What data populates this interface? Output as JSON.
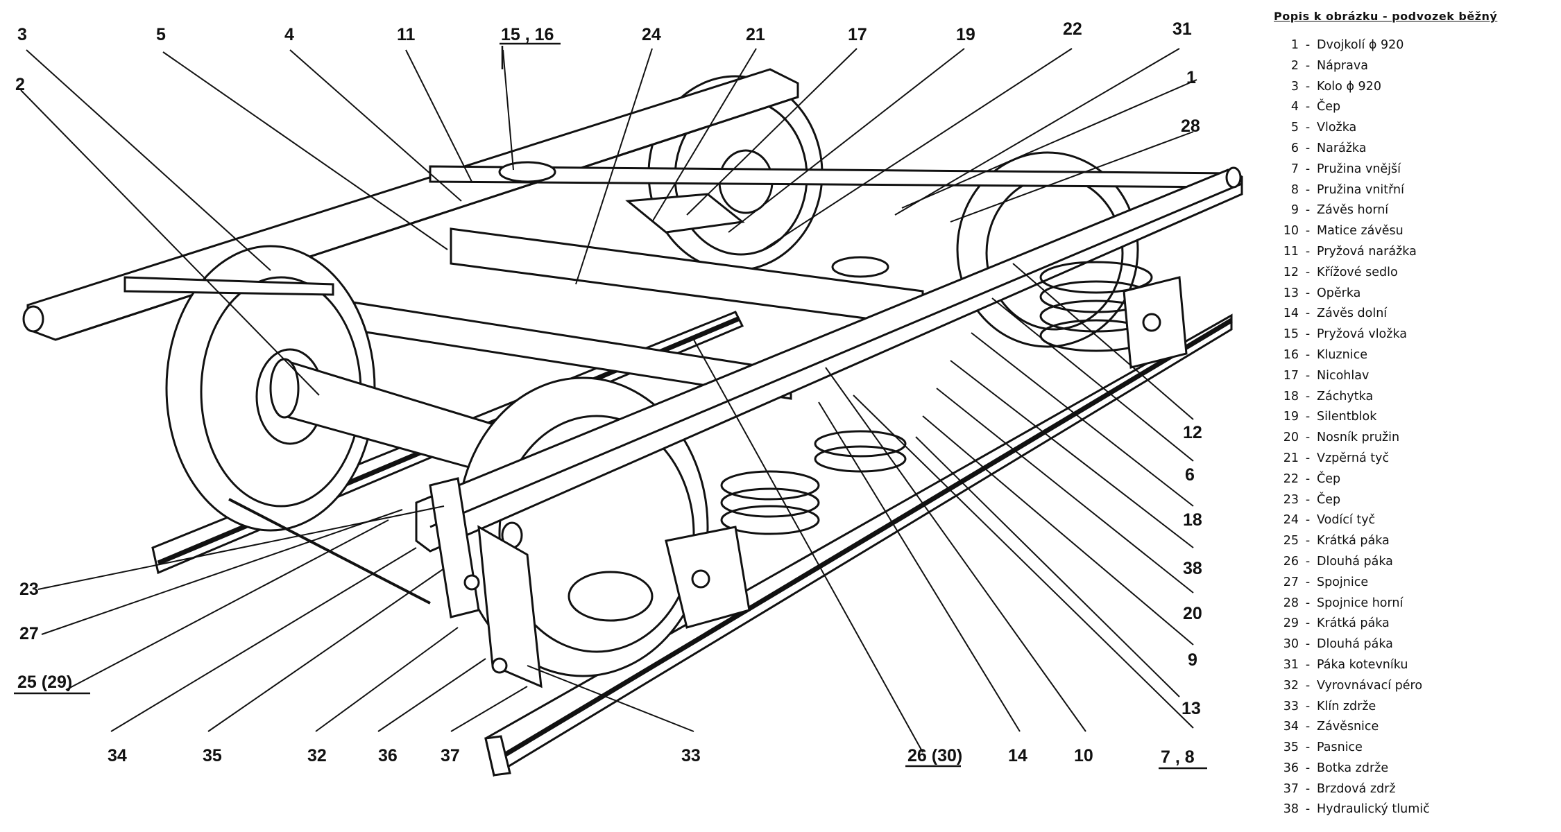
{
  "legend": {
    "title": "Popis k obrázku - podvozek běžný",
    "items": [
      {
        "num": "1",
        "label": "Dvojkolí ϕ 920"
      },
      {
        "num": "2",
        "label": "Náprava"
      },
      {
        "num": "3",
        "label": "Kolo ϕ 920"
      },
      {
        "num": "4",
        "label": "Čep"
      },
      {
        "num": "5",
        "label": "Vložka"
      },
      {
        "num": "6",
        "label": "Narážka"
      },
      {
        "num": "7",
        "label": "Pružina vnější"
      },
      {
        "num": "8",
        "label": "Pružina vnitřní"
      },
      {
        "num": "9",
        "label": "Závěs horní"
      },
      {
        "num": "10",
        "label": "Matice závěsu"
      },
      {
        "num": "11",
        "label": "Pryžová narážka"
      },
      {
        "num": "12",
        "label": "Křížové sedlo"
      },
      {
        "num": "13",
        "label": "Opěrka"
      },
      {
        "num": "14",
        "label": "Závěs dolní"
      },
      {
        "num": "15",
        "label": "Pryžová vložka"
      },
      {
        "num": "16",
        "label": "Kluznice"
      },
      {
        "num": "17",
        "label": "Nicohlav"
      },
      {
        "num": "18",
        "label": "Záchytka"
      },
      {
        "num": "19",
        "label": "Silentblok"
      },
      {
        "num": "20",
        "label": "Nosník pružin"
      },
      {
        "num": "21",
        "label": "Vzpěrná tyč"
      },
      {
        "num": "22",
        "label": "Čep"
      },
      {
        "num": "23",
        "label": "Čep"
      },
      {
        "num": "24",
        "label": "Vodící tyč"
      },
      {
        "num": "25",
        "label": "Krátká páka"
      },
      {
        "num": "26",
        "label": "Dlouhá páka"
      },
      {
        "num": "27",
        "label": "Spojnice"
      },
      {
        "num": "28",
        "label": "Spojnice horní"
      },
      {
        "num": "29",
        "label": "Krátká páka"
      },
      {
        "num": "30",
        "label": "Dlouhá páka"
      },
      {
        "num": "31",
        "label": "Páka kotevníku"
      },
      {
        "num": "32",
        "label": "Vyrovnávací péro"
      },
      {
        "num": "33",
        "label": "Klín zdrže"
      },
      {
        "num": "34",
        "label": "Závěsnice"
      },
      {
        "num": "35",
        "label": "Pasnice"
      },
      {
        "num": "36",
        "label": "Botka zdrže"
      },
      {
        "num": "37",
        "label": "Brzdová zdrž"
      },
      {
        "num": "38",
        "label": "Hydraulický tlumič"
      }
    ]
  },
  "callouts": {
    "c3": "3",
    "c2": "2",
    "c5": "5",
    "c4": "4",
    "c11": "11",
    "c1516": "15 , 16",
    "c24": "24",
    "c21": "21",
    "c17": "17",
    "c19": "19",
    "c22": "22",
    "c31": "31",
    "c1": "1",
    "c28": "28",
    "c12": "12",
    "c6": "6",
    "c18": "18",
    "c38": "38",
    "c20": "20",
    "c9": "9",
    "c13": "13",
    "c10": "10",
    "c78": "7 , 8",
    "c14": "14",
    "c2630": "26 (30)",
    "c33": "33",
    "c37": "37",
    "c36": "36",
    "c32": "32",
    "c35": "35",
    "c34": "34",
    "c2529": "25 (29)",
    "c27": "27",
    "c23": "23"
  }
}
